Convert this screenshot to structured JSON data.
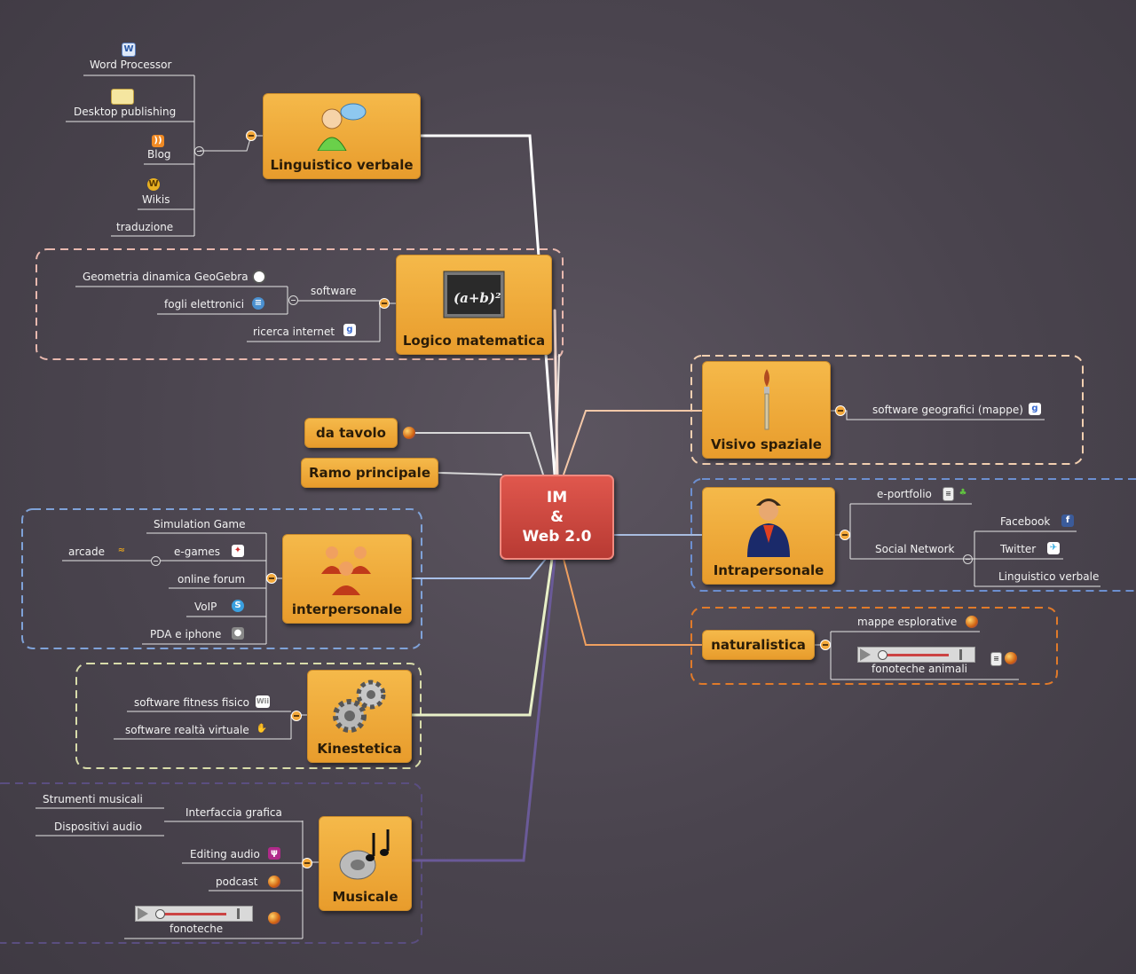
{
  "central": {
    "line1": "IM",
    "line2": "&",
    "line3": "Web 2.0"
  },
  "nodes": {
    "linguistico": "Linguistico verbale",
    "logico": "Logico matematica",
    "da_tavolo": "da tavolo",
    "ramo": "Ramo principale",
    "interpersonale": "interpersonale",
    "kinestetica": "Kinestetica",
    "musicale": "Musicale",
    "visivo": "Visivo spaziale",
    "intrapersonale": "Intrapersonale",
    "naturalistica": "naturalistica"
  },
  "linguistico_leaves": [
    "Word Processor",
    "Desktop publishing",
    "Blog",
    "Wikis",
    "traduzione"
  ],
  "logico_leaves": {
    "software": "software",
    "geogebra": "Geometria dinamica GeoGebra",
    "fogli": "fogli elettronici",
    "ricerca": "ricerca internet"
  },
  "inter_leaves": {
    "simulation": "Simulation Game",
    "egames": "e-games",
    "arcade": "arcade",
    "forum": "online forum",
    "voip": "VoIP",
    "pda": "PDA e iphone"
  },
  "kin_leaves": {
    "fitness": "software fitness fisico",
    "realta": "software realtà virtuale",
    "wii": "Wii"
  },
  "mus_leaves": {
    "interfaccia": "Interfaccia grafica",
    "strumenti": "Strumenti musicali",
    "dispositivi": "Dispositivi audio",
    "editing": "Editing audio",
    "podcast": "podcast",
    "fonoteche": "fonoteche"
  },
  "vis_leaves": {
    "geo": "software geografici (mappe)"
  },
  "intra_leaves": {
    "eportfolio": "e-portfolio",
    "social": "Social Network",
    "facebook": "Facebook",
    "twitter": "Twitter",
    "lv": "Linguistico verbale"
  },
  "nat_leaves": {
    "mappe": "mappe esplorative",
    "fonoteche": "fonoteche animali"
  },
  "colors": {
    "node": "#f0aa3c",
    "central": "#c8443c",
    "background": "#4d4650"
  }
}
